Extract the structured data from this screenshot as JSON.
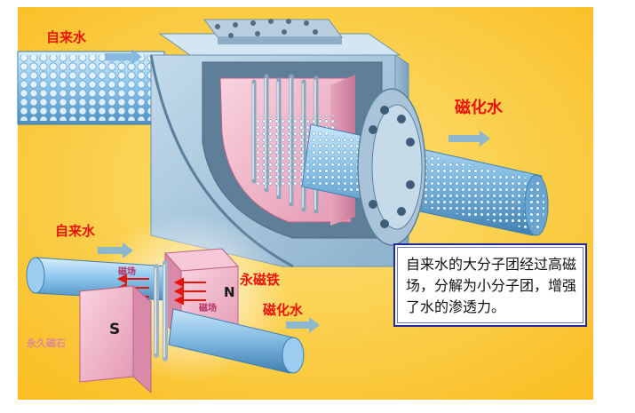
{
  "labels": {
    "tap_water_top": "自来水",
    "magnetized_water_top": "磁化水",
    "tap_water_bottom": "自来水",
    "permanent_magnet": "永磁铁",
    "magnetized_water_bottom": "磁化水",
    "magnetic_field_upper": "磁场",
    "magnetic_field_lower": "磁场",
    "pole_north": "N",
    "pole_south": "S",
    "permanent_magnet_stone": "永久磁石"
  },
  "note": {
    "text": "自来水的大分子团经过高磁场，分解为小分子团，增强了水的渗透力。"
  },
  "colors": {
    "background": "#fcc62e",
    "label_red": "#e8140c",
    "housing_blue": "#a9c9e0",
    "magnet_pink": "#f2b9cc",
    "pipe_blue": "#8fc8ee",
    "note_border": "#1f2a9c"
  }
}
